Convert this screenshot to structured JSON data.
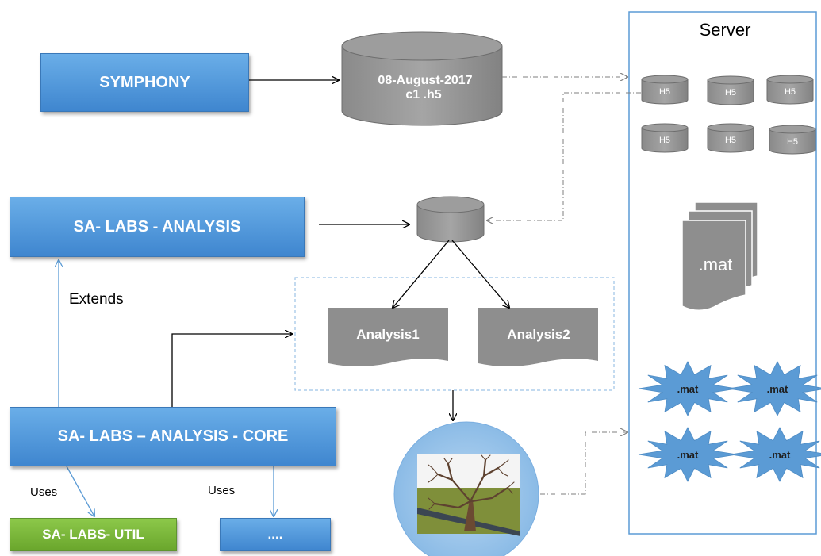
{
  "boxes": {
    "symphony": "SYMPHONY",
    "analysis": "SA- LABS - ANALYSIS",
    "core": "SA- LABS – ANALYSIS - CORE",
    "util": "SA- LABS- UTIL",
    "more": "...."
  },
  "labels": {
    "extends": "Extends",
    "uses_left": "Uses",
    "uses_right": "Uses"
  },
  "database": {
    "line1": "08-August-2017",
    "line2": "c1 .h5"
  },
  "documents": {
    "analysis1": "Analysis1",
    "analysis2": "Analysis2"
  },
  "server": {
    "title": "Server",
    "h5_label": "H5",
    "mat_stack_label": ".mat",
    "burst_labels": [
      ".mat",
      ".mat",
      ".mat",
      ".mat"
    ]
  },
  "colors": {
    "blue_box": "#4a90d9",
    "green_box": "#77b539",
    "gray_shape": "#8e8e8e",
    "server_border": "#5b9bd5",
    "burst": "#5b9bd5"
  }
}
